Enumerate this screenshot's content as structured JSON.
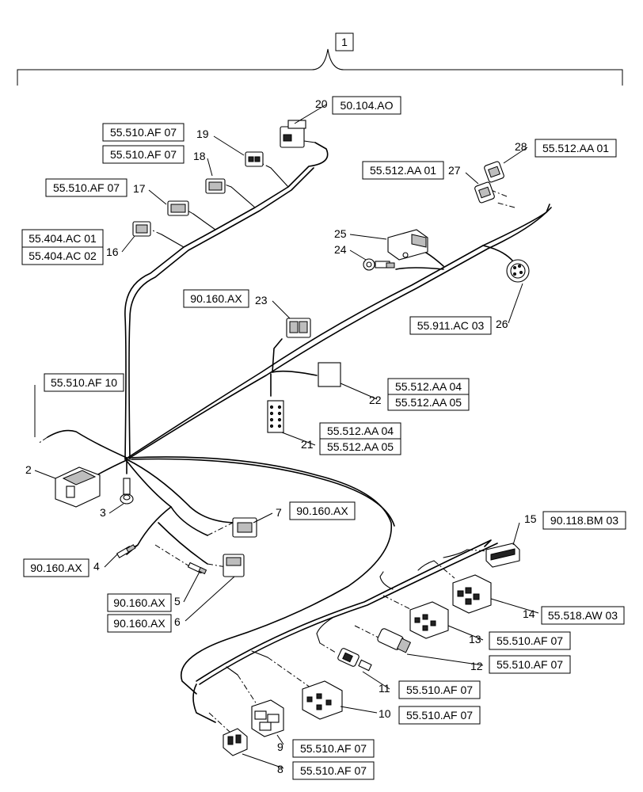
{
  "assembly": {
    "number": "1"
  },
  "references": {
    "r2": "55.510.AF 10",
    "r4": "90.160.AX",
    "r5": "90.160.AX",
    "r6": "90.160.AX",
    "r7": "90.160.AX",
    "r8": "55.510.AF 07",
    "r9": "55.510.AF 07",
    "r10": "55.510.AF 07",
    "r11": "55.510.AF 07",
    "r12": "55.510.AF 07",
    "r13": "55.510.AF 07",
    "r14": "55.518.AW 03",
    "r15": "90.118.BM 03",
    "r16a": "55.404.AC 01",
    "r16b": "55.404.AC 02",
    "r17": "55.510.AF 07",
    "r18": "55.510.AF 07",
    "r19": "55.510.AF 07",
    "r20": "50.104.AO",
    "r21a": "55.512.AA 04",
    "r21b": "55.512.AA 05",
    "r22a": "55.512.AA 04",
    "r22b": "55.512.AA 05",
    "r23": "90.160.AX",
    "r26": "55.911.AC 03",
    "r27": "55.512.AA 01",
    "r28": "55.512.AA 01"
  },
  "callouts": {
    "c2": "2",
    "c3": "3",
    "c4": "4",
    "c5": "5",
    "c6": "6",
    "c7": "7",
    "c8": "8",
    "c9": "9",
    "c10": "10",
    "c11": "11",
    "c12": "12",
    "c13": "13",
    "c14": "14",
    "c15": "15",
    "c16": "16",
    "c17": "17",
    "c18": "18",
    "c19": "19",
    "c20": "20",
    "c21": "21",
    "c22": "22",
    "c23": "23",
    "c24": "24",
    "c25": "25",
    "c26": "26",
    "c27": "27",
    "c28": "28"
  }
}
